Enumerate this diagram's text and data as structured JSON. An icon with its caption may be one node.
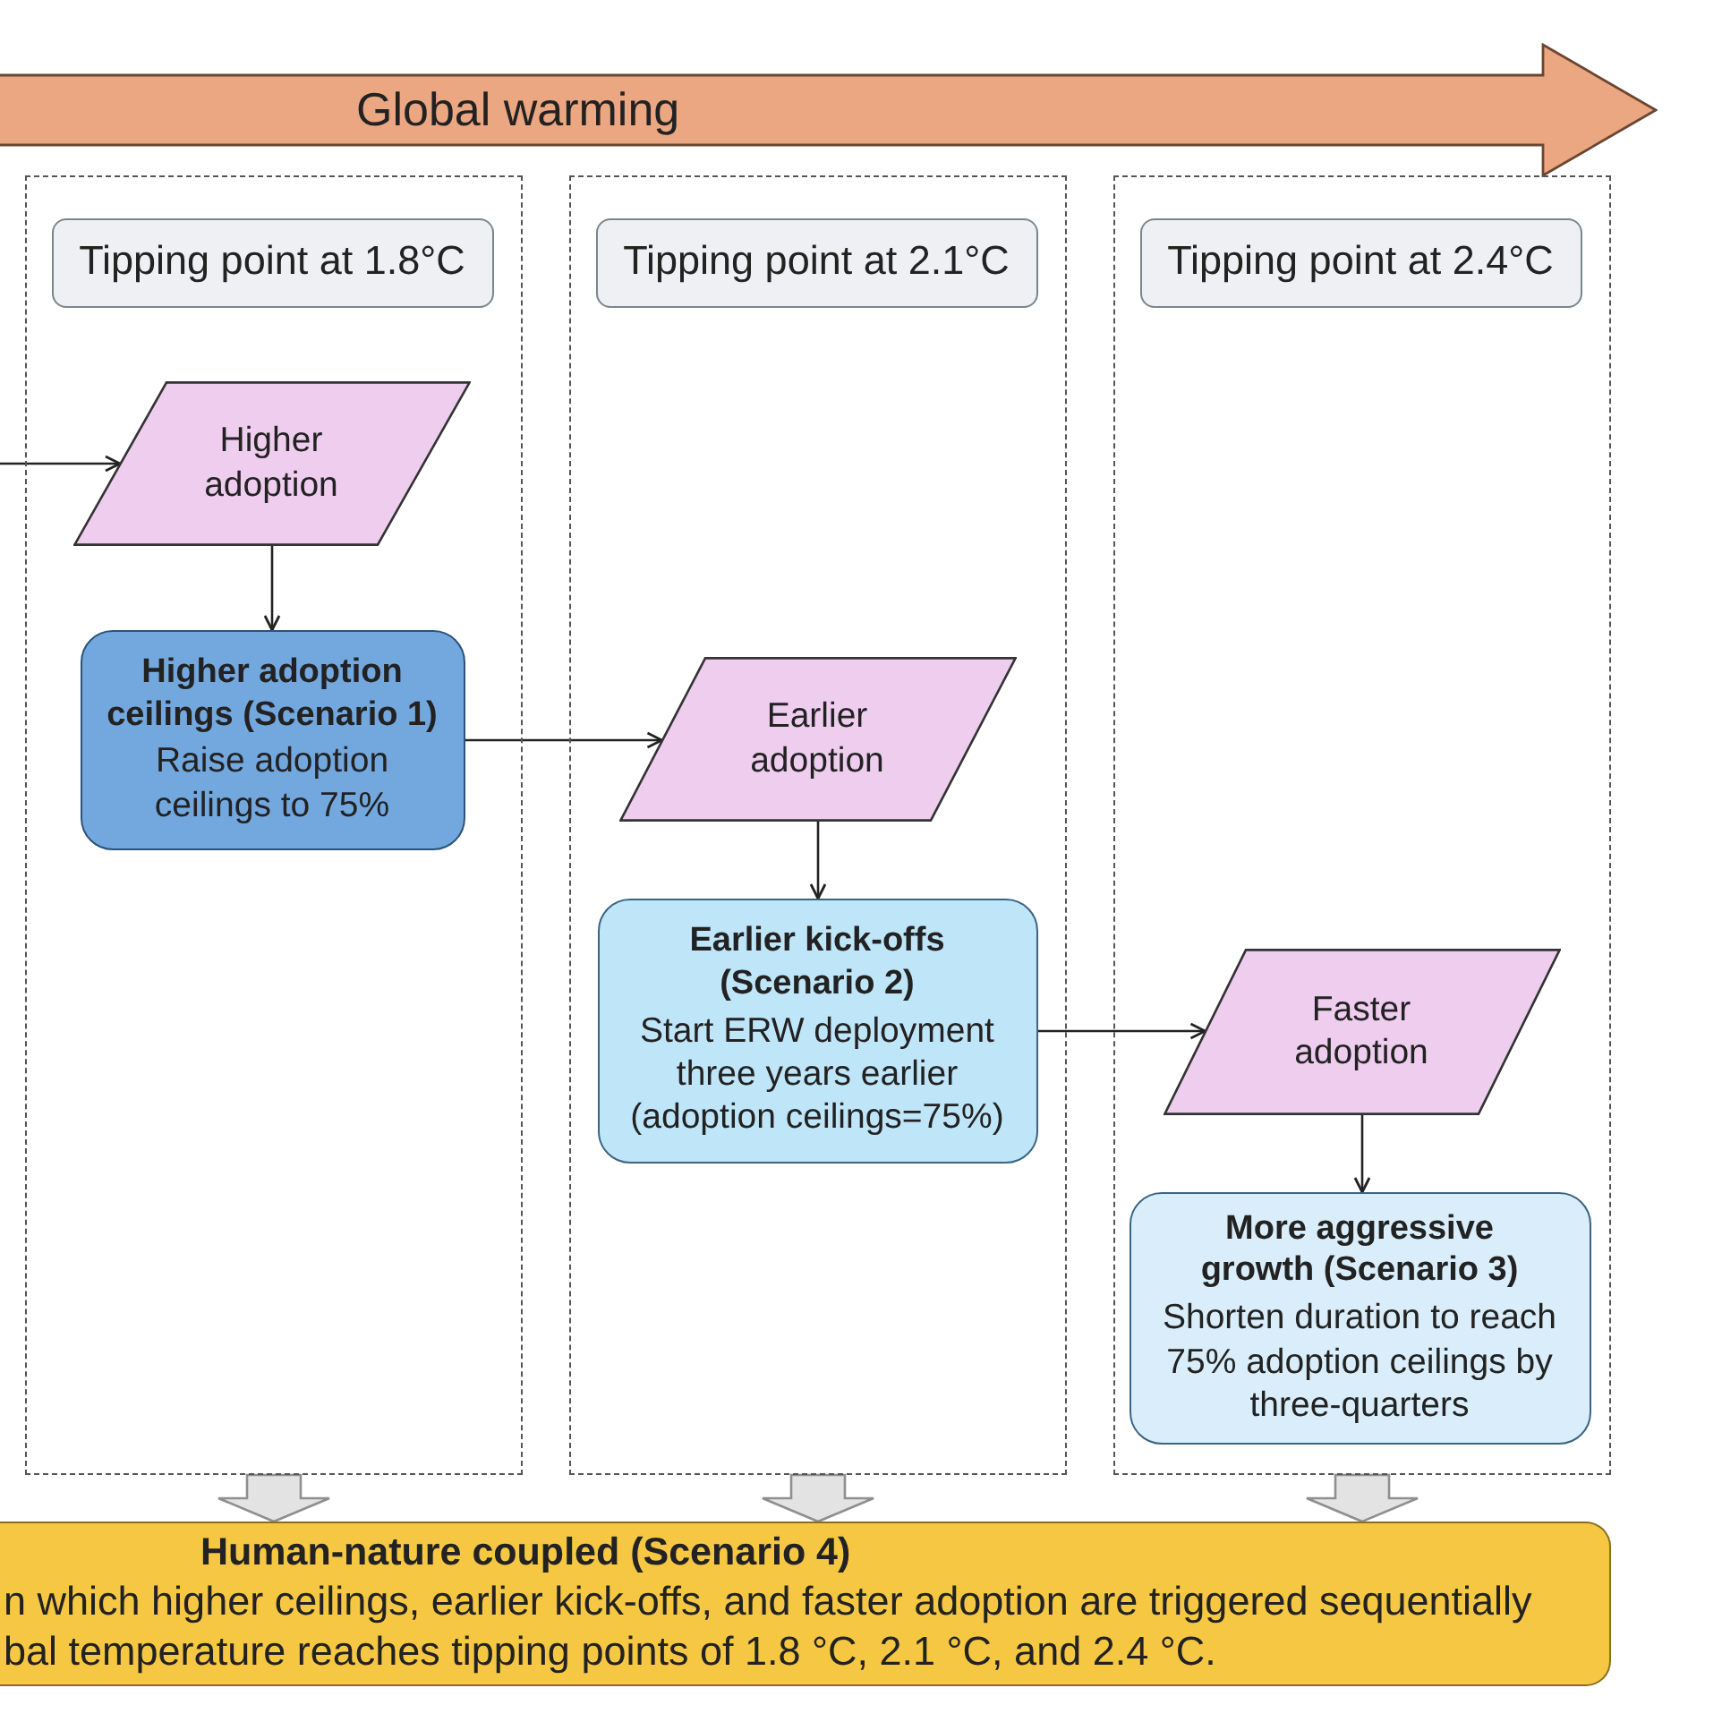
{
  "diagram": {
    "nodes": [
      {
        "text": [
          "Global warming"
        ]
      },
      {
        "text": [],
        "shape": "box"
      },
      {
        "text": [
          "Tipping point at 1.8°C"
        ],
        "in": 1
      },
      {
        "text": [
          "Higher adoption"
        ],
        "in": 1
      },
      {
        "text": [
          "Higher adoption ceilings (Scenario 1)",
          "Raise adoption ceilings to 75%"
        ],
        "in": 1
      },
      {
        "text": [],
        "shape": "box"
      },
      {
        "text": [
          "Tipping point at 2.1°C"
        ],
        "in": 5
      },
      {
        "text": [
          "Earlier adoption"
        ],
        "in": 5
      },
      {
        "text": [
          "Earlier kick-offs (Scenario 2)",
          "Start ERW deployment three years earlier (adoption ceilings=75%)"
        ],
        "in": 5
      },
      {
        "text": [],
        "shape": "box"
      },
      {
        "text": [
          "Tipping point at 2.4°C"
        ],
        "in": 9
      },
      {
        "text": [
          "Faster adoption"
        ],
        "in": 9
      },
      {
        "text": [
          "More aggressive growth (Scenario 3)",
          "Shorten duration to reach 75% adoption ceilings by three-quarters"
        ],
        "in": 9
      },
      {
        "text": [
          "Human-nature coupled (Scenario 4)",
          "n which higher ceilings, earlier kick-offs, and faster adoption are triggered sequentially bal temperature reaches tipping points of 1.8 °C, 2.1 °C, and 2.4 °C."
        ]
      }
    ],
    "edges": [
      {
        "from": null,
        "to": 3,
        "arrow": "to"
      },
      {
        "from": 3,
        "to": 4,
        "arrow": "to"
      },
      {
        "from": 4,
        "to": 7,
        "arrow": "to"
      },
      {
        "from": 7,
        "to": 8,
        "arrow": "to"
      },
      {
        "from": 8,
        "to": 11,
        "arrow": "to"
      },
      {
        "from": 11,
        "to": 12,
        "arrow": "to"
      },
      {
        "from": 1,
        "to": 13,
        "arrow": "to",
        "style": "thick",
        "color": "#e3e3e3"
      },
      {
        "from": 5,
        "to": 13,
        "arrow": "to",
        "style": "thick",
        "color": "#e3e3e3"
      },
      {
        "from": 9,
        "to": 13,
        "arrow": "to",
        "style": "thick",
        "color": "#e3e3e3"
      }
    ]
  }
}
